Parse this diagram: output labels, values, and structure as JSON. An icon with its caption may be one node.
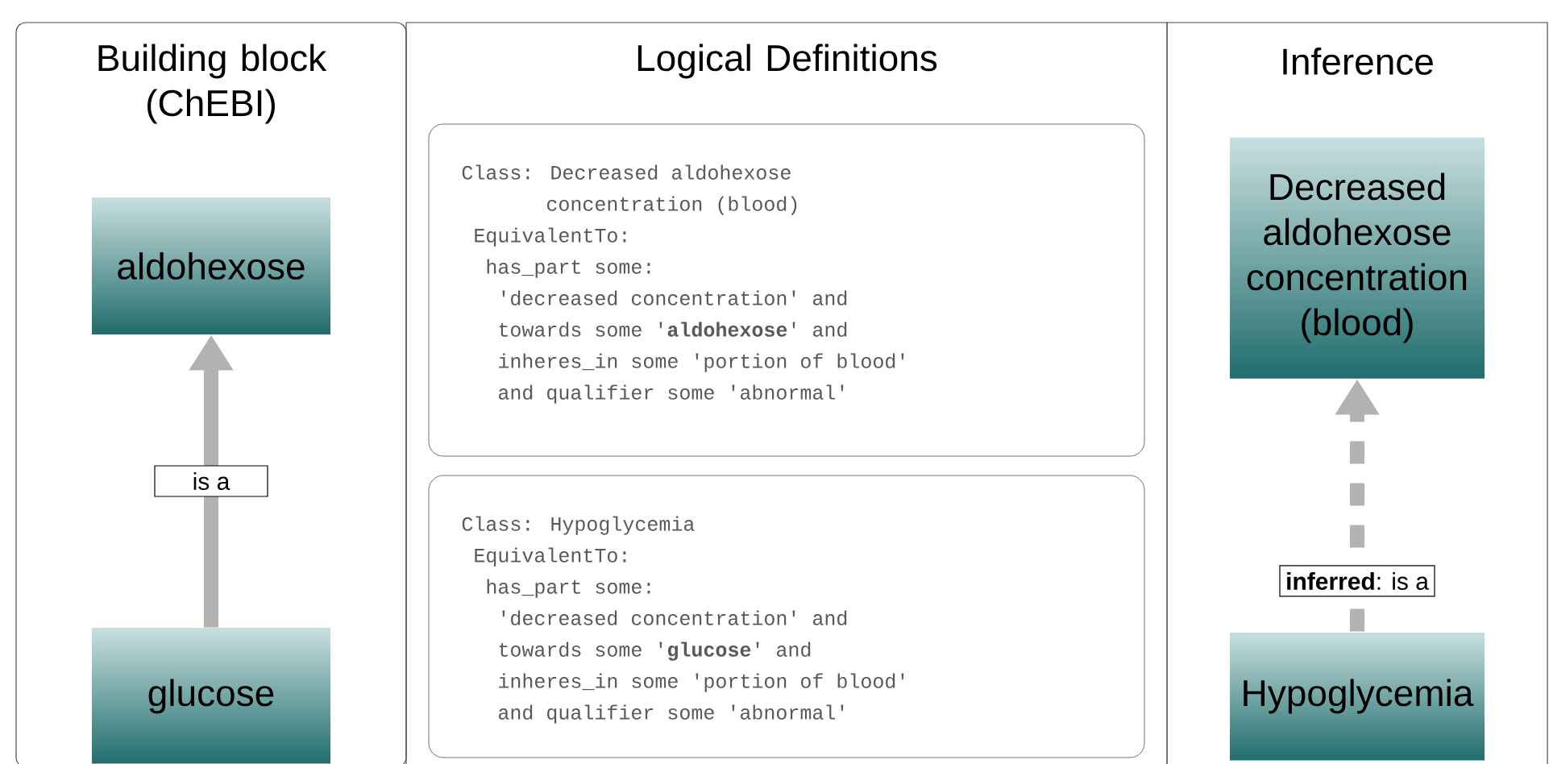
{
  "diagram": {
    "nodes": [
      {
        "text": [
          "Building block (ChEBI)"
        ]
      },
      {
        "text": [
          "aldohexose"
        ],
        "in": 0
      },
      {
        "text": [
          "glucose"
        ],
        "in": 0
      },
      {
        "text": [
          "Logical Definitions"
        ]
      },
      {
        "text": [
          "Class: Decreased aldohexose",
          "concentration (blood)",
          "EquivalentTo:",
          "has_part some:",
          "'decreased concentration' and",
          "towards some '**aldohexose**' and",
          "inheres_in some 'portion of blood'",
          "and qualifier some 'abnormal'"
        ],
        "in": 3
      },
      {
        "text": [
          "Class: Hypoglycemia",
          "EquivalentTo:",
          "has_part some:",
          "'decreased concentration' and",
          "towards some '**glucose**' and",
          "inheres_in some 'portion of blood'",
          "and qualifier some 'abnormal'"
        ],
        "in": 3
      },
      {
        "text": [
          "Inference"
        ]
      },
      {
        "text": [
          "Decreased aldohexose concentration (blood)"
        ],
        "in": 6
      },
      {
        "text": [
          "Hypoglycemia"
        ],
        "in": 6
      }
    ],
    "edges": [
      {
        "from": 2,
        "to": 1,
        "arrow": "to",
        "label": "is a"
      },
      {
        "from": 8,
        "to": 7,
        "arrow": "to",
        "label": "**inferred**: is a",
        "style": "dashed"
      }
    ]
  }
}
